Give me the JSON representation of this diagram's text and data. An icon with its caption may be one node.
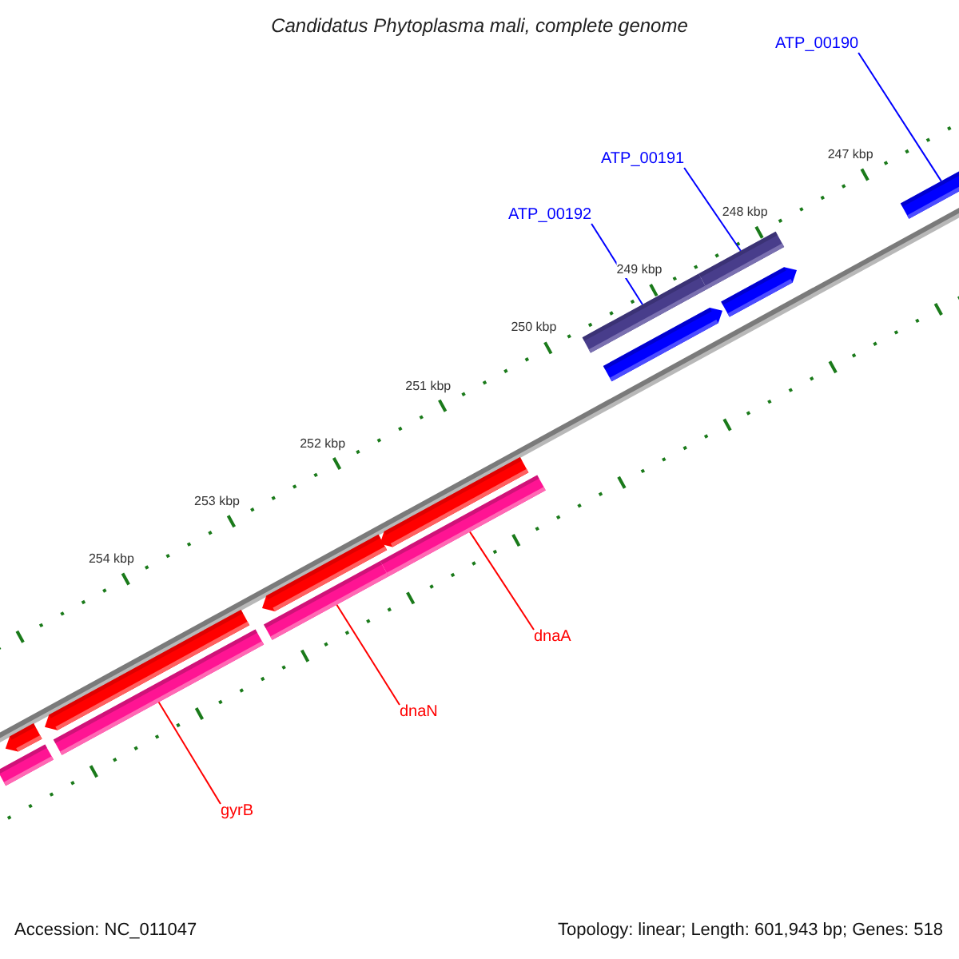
{
  "diagram": {
    "title": "Candidatus Phytoplasma mali, complete genome",
    "nodes": [
      {
        "text": [
          "ATP_00190"
        ]
      },
      {
        "text": [
          "ATP_00191"
        ]
      },
      {
        "text": [
          "ATP_00192"
        ]
      },
      {
        "text": [
          "dnaA"
        ]
      },
      {
        "text": [
          "dnaN"
        ]
      },
      {
        "text": [
          "gyrB"
        ]
      },
      {
        "text": [],
        "shape": "bar"
      },
      {
        "text": [],
        "shape": "bar"
      },
      {
        "text": [],
        "shape": "bar"
      },
      {
        "text": [],
        "shape": "bar"
      },
      {
        "text": [],
        "shape": "bar"
      },
      {
        "text": [],
        "shape": "bar"
      },
      {
        "text": [],
        "shape": "bar"
      },
      {
        "text": [],
        "shape": "bar"
      },
      {
        "text": [],
        "shape": "bar"
      },
      {
        "text": [],
        "shape": "bar"
      },
      {
        "text": [],
        "shape": "bar"
      },
      {
        "text": [],
        "shape": "bar"
      },
      {
        "text": [],
        "shape": "bar"
      }
    ],
    "edges": [
      {
        "from": 0,
        "to": 18,
        "arrow": "none",
        "color": "#0000ff"
      },
      {
        "from": 1,
        "to": 16,
        "arrow": "none",
        "color": "#0000ff"
      },
      {
        "from": 2,
        "to": 14,
        "arrow": "none",
        "color": "#0000ff"
      },
      {
        "from": 3,
        "to": 13,
        "arrow": "none",
        "color": "#ff0000"
      },
      {
        "from": 4,
        "to": 11,
        "arrow": "none",
        "color": "#ff0000"
      },
      {
        "from": 5,
        "to": 9,
        "arrow": "none",
        "color": "#ff0000"
      }
    ],
    "labels": [
      "247 kbp",
      "248 kbp",
      "249 kbp",
      "250 kbp",
      "251 kbp",
      "252 kbp",
      "253 kbp",
      "254 kbp",
      "Accession: NC_011047",
      "Topology: linear; Length: 601,943 bp; Genes: 518"
    ]
  }
}
